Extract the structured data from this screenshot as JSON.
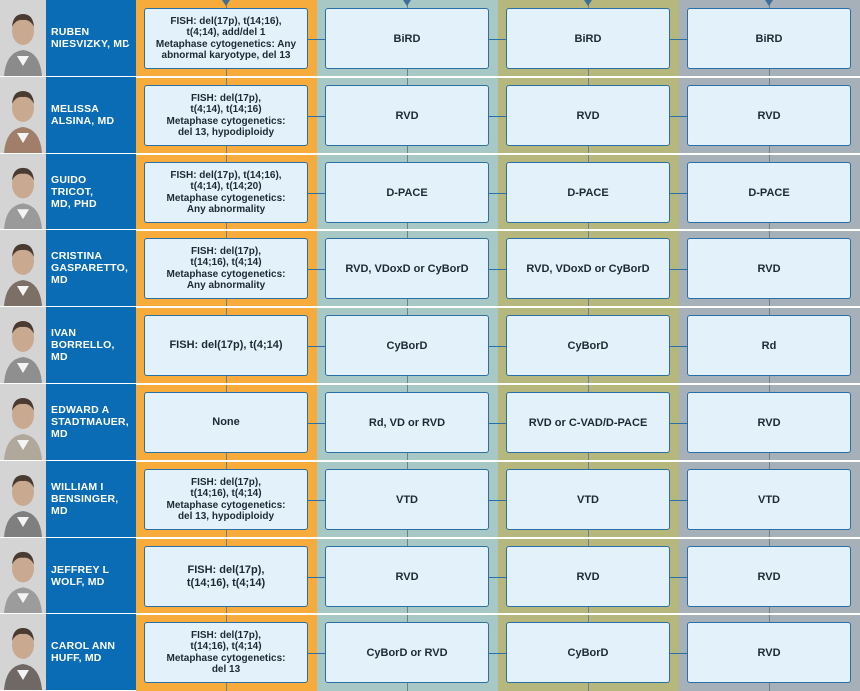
{
  "columns": {
    "background_colors": [
      "#f6ab3a",
      "#a7c8c5",
      "#b6b77c",
      "#a6b0b9"
    ],
    "name_color": "#0a6cb4",
    "box_fill": "#e3f1fb"
  },
  "rows": [
    {
      "name_lines": [
        "RUBEN",
        "NIESVIZKY, MD"
      ],
      "fish_lines": [
        "FISH: del(17p), t(14;16),",
        "t(4;14), add/del 1",
        "Metaphase cytogenetics: Any",
        "abnormal karyotype, del 13"
      ],
      "col2": "BiRD",
      "col3": "BiRD",
      "col4": "BiRD"
    },
    {
      "name_lines": [
        "MELISSA",
        "ALSINA, MD"
      ],
      "fish_lines": [
        "FISH: del(17p),",
        "t(4;14), t(14;16)",
        "Metaphase cytogenetics:",
        "del 13, hypodiploidy"
      ],
      "col2": "RVD",
      "col3": "RVD",
      "col4": "RVD"
    },
    {
      "name_lines": [
        "GUIDO",
        "TRICOT,",
        "MD, PHD"
      ],
      "fish_lines": [
        "FISH: del(17p), t(14;16),",
        "t(4;14), t(14;20)",
        "Metaphase cytogenetics:",
        "Any abnormality"
      ],
      "col2": "D-PACE",
      "col3": "D-PACE",
      "col4": "D-PACE"
    },
    {
      "name_lines": [
        "CRISTINA",
        "GASPARETTO,",
        "MD"
      ],
      "fish_lines": [
        "FISH: del(17p),",
        "t(14;16), t(4;14)",
        "Metaphase cytogenetics:",
        "Any abnormality"
      ],
      "col2": "RVD, VDoxD or CyBorD",
      "col3": "RVD, VDoxD or CyBorD",
      "col4": "RVD"
    },
    {
      "name_lines": [
        "IVAN",
        "BORRELLO, MD"
      ],
      "fish_lines": [
        "FISH: del(17p), t(4;14)"
      ],
      "col2": "CyBorD",
      "col3": "CyBorD",
      "col4": "Rd"
    },
    {
      "name_lines": [
        "EDWARD A",
        "STADTMAUER,",
        "MD"
      ],
      "fish_lines": [
        "None"
      ],
      "col2": "Rd, VD or RVD",
      "col3": "RVD or C-VAD/D-PACE",
      "col4": "RVD"
    },
    {
      "name_lines": [
        "WILLIAM I",
        "BENSINGER,",
        "MD"
      ],
      "fish_lines": [
        "FISH: del(17p),",
        "t(14;16), t(4;14)",
        "Metaphase cytogenetics:",
        "del 13, hypodiploidy"
      ],
      "col2": "VTD",
      "col3": "VTD",
      "col4": "VTD"
    },
    {
      "name_lines": [
        "JEFFREY L",
        "WOLF, MD"
      ],
      "fish_lines": [
        "FISH: del(17p),",
        "t(14;16), t(4;14)"
      ],
      "col2": "RVD",
      "col3": "RVD",
      "col4": "RVD"
    },
    {
      "name_lines": [
        "CAROL ANN",
        "HUFF, MD"
      ],
      "fish_lines": [
        "FISH: del(17p),",
        "t(14;16), t(4;14)",
        "Metaphase cytogenetics:",
        "del 13"
      ],
      "col2": "CyBorD or RVD",
      "col3": "CyBorD",
      "col4": "RVD"
    }
  ]
}
